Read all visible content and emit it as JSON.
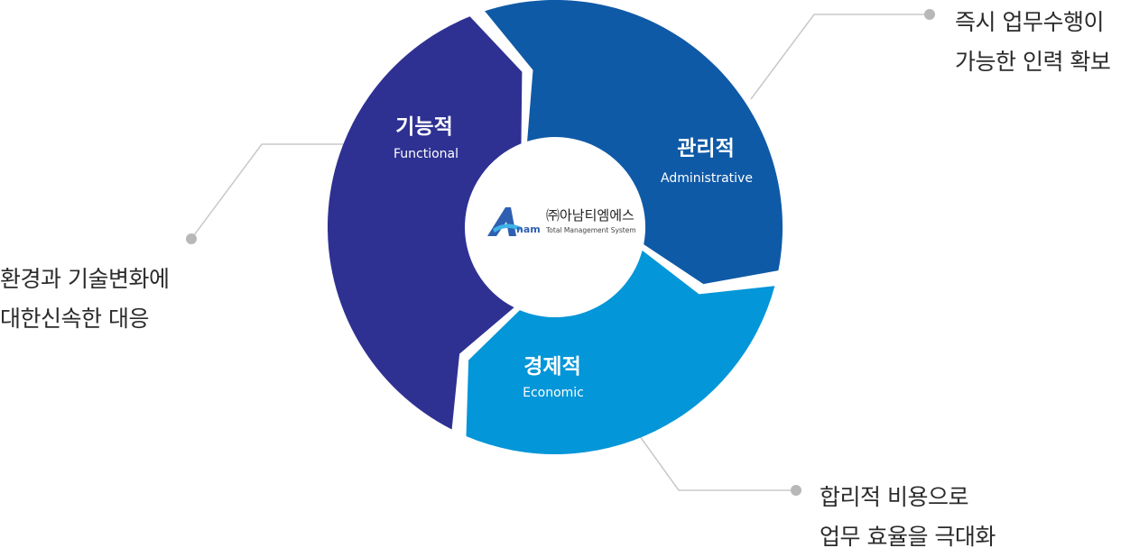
{
  "segments": {
    "functional": {
      "title": "기능적",
      "subtitle": "Functional",
      "color": "#2e3192"
    },
    "administrative": {
      "title": "관리적",
      "subtitle": "Administrative",
      "color": "#0f5aa7"
    },
    "economic": {
      "title": "경제적",
      "subtitle": "Economic",
      "color": "#0396d8"
    }
  },
  "logo": {
    "company": "㈜아남티엠에스",
    "tagline": "Total Management System",
    "mark_text": "nam"
  },
  "callouts": {
    "functional": [
      "환경과 기술변화에",
      "대한신속한 대응"
    ],
    "administrative": [
      "즉시 업무수행이",
      "가능한 인력 확보"
    ],
    "economic": [
      "합리적 비용으로",
      "업무 효율을 극대화"
    ]
  },
  "leader_color": "#c8c8c8",
  "dot_color": "#b8b8b8"
}
